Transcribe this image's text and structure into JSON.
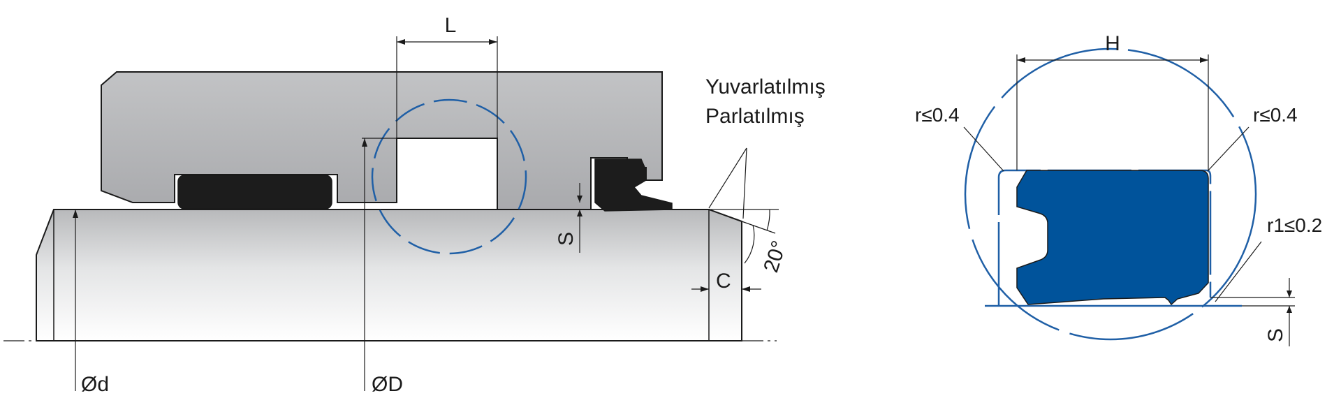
{
  "labels": {
    "L": "L",
    "H": "H",
    "S_left": "S",
    "S_right": "S",
    "C": "C",
    "angle": "20°",
    "d": "Ød",
    "D": "ØD",
    "finish_line1": "Yuvarlatılmış",
    "finish_line2": "Parlatılmış",
    "r_left": "r≤0.4",
    "r_right": "r≤0.4",
    "r1": "r1≤0.2"
  },
  "colors": {
    "housing_fill": "#c4c5c7",
    "seal_fill": "#1c1c1c",
    "detail_seal_fill": "#00539b",
    "detail_outline": "#1f5fa6",
    "line": "#1a1a1a"
  }
}
